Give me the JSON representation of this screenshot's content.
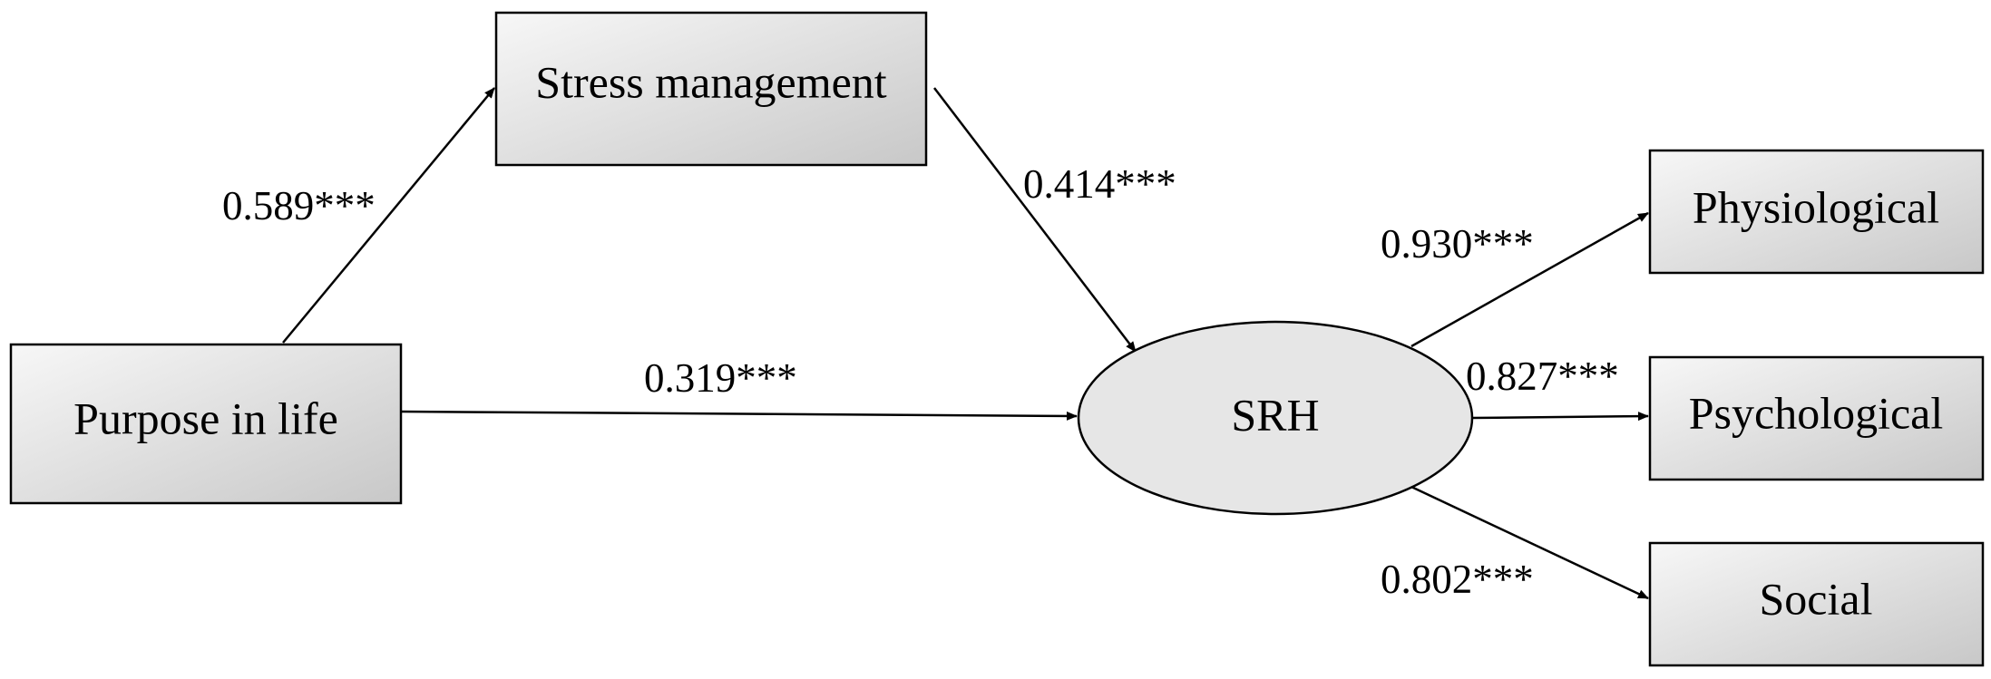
{
  "nodes": {
    "purpose": "Purpose in life",
    "stress": "Stress management",
    "srh": "SRH",
    "physiological": "Physiological",
    "psychological": "Psychological",
    "social": "Social"
  },
  "paths": {
    "purpose_to_stress": "0.589***",
    "stress_to_srh": "0.414***",
    "purpose_to_srh": "0.319***",
    "srh_to_physiological": "0.930***",
    "srh_to_psychological": "0.827***",
    "srh_to_social": "0.802***"
  },
  "colors": {
    "box_fill_light": "#f7f7f7",
    "box_fill_dark": "#c8c8c8",
    "ellipse_fill": "#e6e6e6",
    "line": "#000000"
  }
}
